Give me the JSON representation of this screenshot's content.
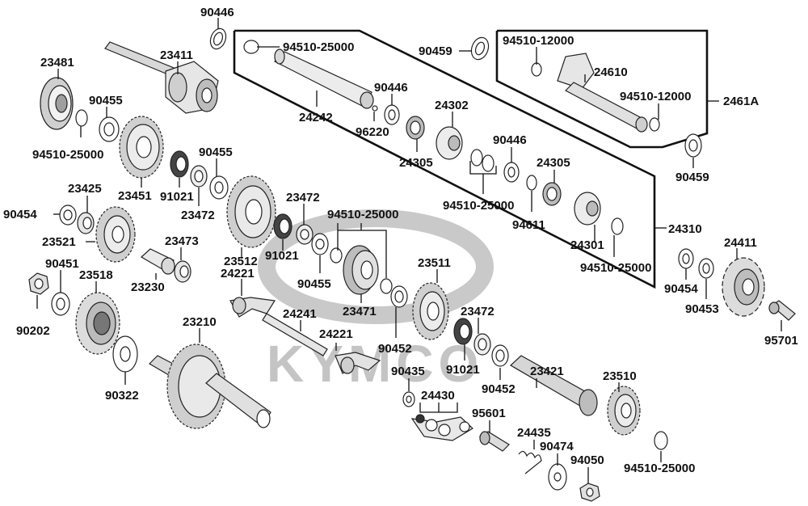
{
  "brand_watermark": "KYMCO",
  "colors": {
    "line": "#111111",
    "part_fill": "#e6e6e6",
    "part_dark": "#9a9a9a",
    "watermark": "#c8c8c8"
  },
  "labels": {
    "p90446a": "90446",
    "p94510a": "94510-25000",
    "p90459a": "90459",
    "p94510_12000a": "94510-12000",
    "p23481": "23481",
    "p23411": "23411",
    "p24610": "24610",
    "p94510_12000b": "94510-12000",
    "p2461A": "2461A",
    "p90455a": "90455",
    "p90446b": "90446",
    "p24302": "24302",
    "p24242": "24242",
    "p94510b": "94510-25000",
    "p96220": "96220",
    "p24305a": "24305",
    "p90446c": "90446",
    "p24305b": "24305",
    "p90459b": "90459",
    "p90455b": "90455",
    "p23451": "23451",
    "p91021a": "91021",
    "p23425": "23425",
    "p23472a": "23472",
    "p23472b": "23472",
    "p94510c": "94510-25000",
    "p94611": "94611",
    "p94510d": "94510-25000",
    "p90454a": "90454",
    "p24310": "24310",
    "p23521": "23521",
    "p23473": "23473",
    "p24301": "24301",
    "p24411": "24411",
    "p23512": "23512",
    "p91021b": "91021",
    "p90455c": "90455",
    "p94510e": "94510-25000",
    "p90451": "90451",
    "p23518": "23518",
    "p23230": "23230",
    "p24221a": "24221",
    "p23511": "23511",
    "p90454b": "90454",
    "p23471": "23471",
    "p90453": "90453",
    "p90202": "90202",
    "p23472c": "23472",
    "p95701": "95701",
    "p23210": "23210",
    "p24241": "24241",
    "p24221b": "24221",
    "p90452a": "90452",
    "p91021c": "91021",
    "p23421": "23421",
    "p90435": "90435",
    "p90322": "90322",
    "p90452b": "90452",
    "p24430": "24430",
    "p23510": "23510",
    "p95601": "95601",
    "p24435": "24435",
    "p90474": "90474",
    "p94050": "94050",
    "p94510f": "94510-25000"
  }
}
